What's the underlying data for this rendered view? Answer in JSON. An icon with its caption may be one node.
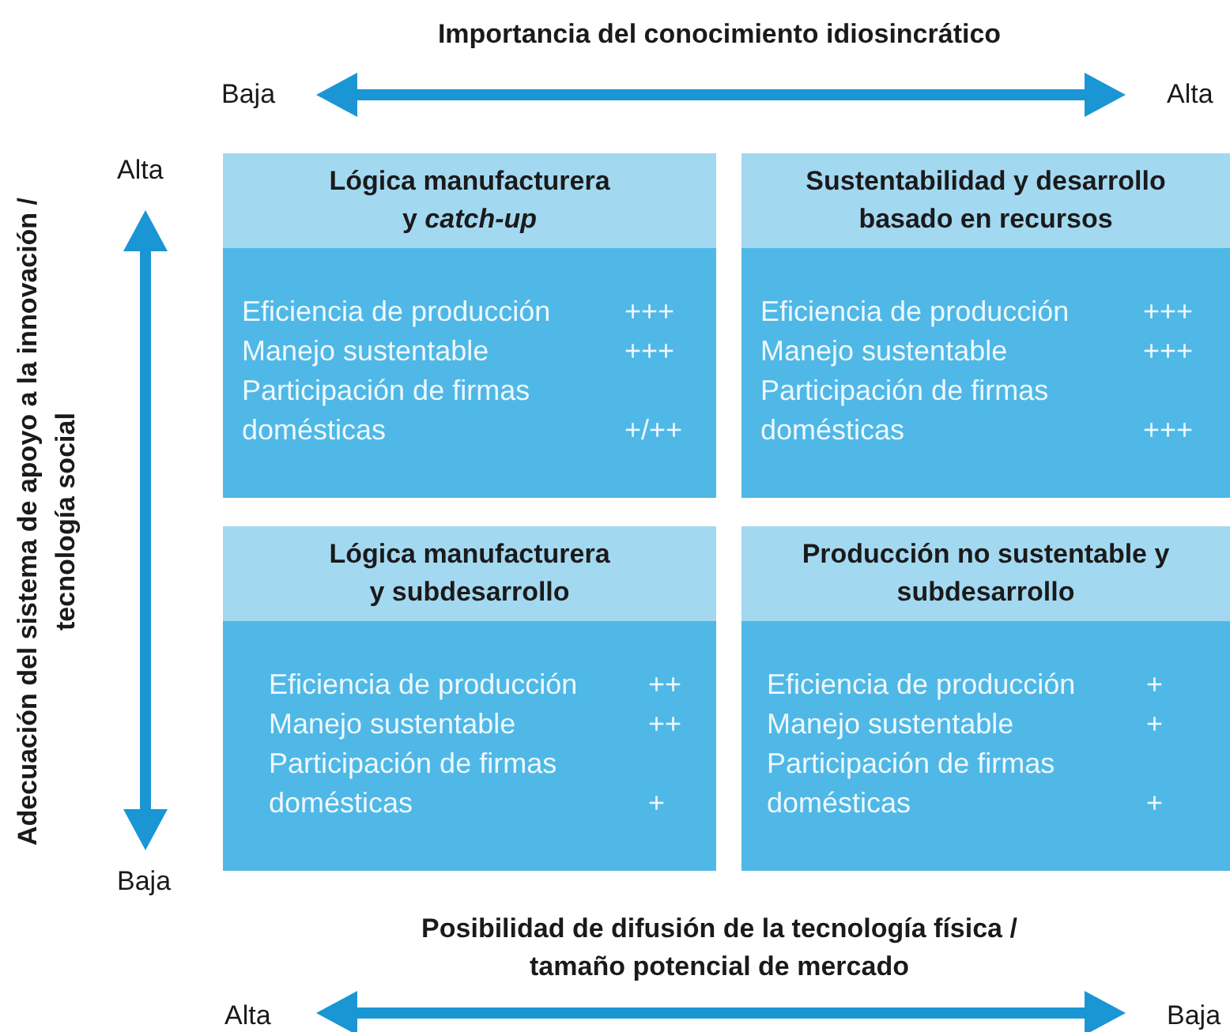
{
  "diagram": {
    "nodes": [
      {
        "text": [
          "Lógica manufacturera y *catch-up*",
          "Eficiencia de producción",
          "+++",
          "Manejo sustentable",
          "+++",
          "Participación de firmas domésticas",
          "+/++"
        ]
      },
      {
        "text": [
          "Sustentabilidad y desarrollo basado en recursos",
          "Eficiencia de producción",
          "+++",
          "Manejo sustentable",
          "+++",
          "Participación de firmas domésticas",
          "+++"
        ]
      },
      {
        "text": [
          "Lógica manufacturera y subdesarrollo",
          "Eficiencia de producción",
          "++",
          "Manejo sustentable",
          "++",
          "Participación de firmas domésticas",
          "+"
        ]
      },
      {
        "text": [
          "Producción no sustentable y subdesarrollo",
          "Eficiencia de producción",
          "+",
          "Manejo sustentable",
          "+",
          "Participación de firmas domésticas",
          "+"
        ]
      }
    ],
    "labels": [
      "Importancia del conocimiento idiosincrático",
      "Baja",
      "Alta",
      "Adecuación del sistema de apoyo a la innovación / tecnología social",
      "Alta",
      "Baja",
      "Posibilidad de difusión de la tecnología física / tamaño potencial de mercado",
      "Alta",
      "Baja"
    ]
  }
}
